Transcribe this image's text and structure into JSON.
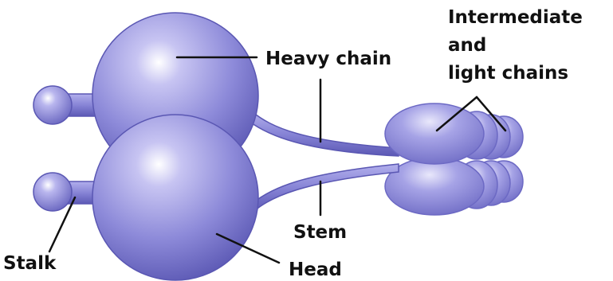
{
  "labels": {
    "heavy_chain": "Heavy chain",
    "intermediate_line1": "Intermediate",
    "intermediate_line2": "and",
    "intermediate_line3": "light chains",
    "stem": "Stem",
    "stalk": "Stalk",
    "head": "Head"
  },
  "colors": {
    "protein_light": "#c7c4f2",
    "protein_mid": "#8d8ad9",
    "protein_dark": "#5a57b3",
    "protein_outline": "#6c69c4",
    "label_text": "#111111"
  }
}
